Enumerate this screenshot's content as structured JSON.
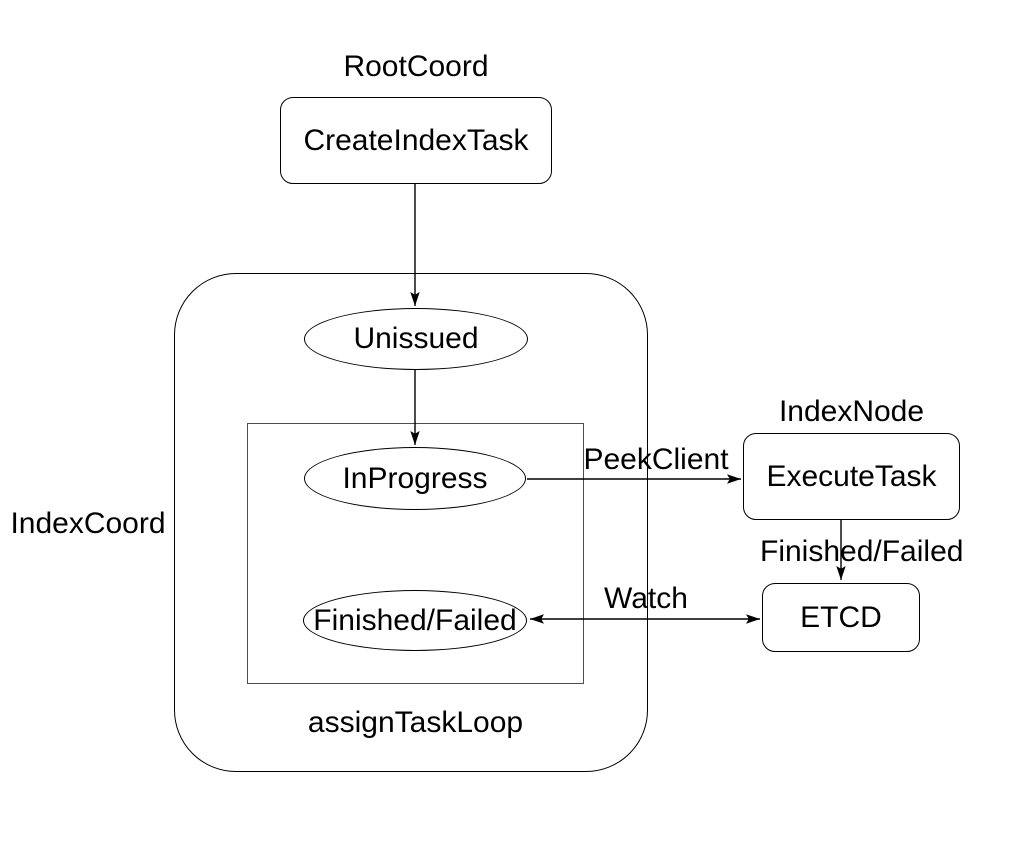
{
  "canvas": {
    "background": "#ffffff",
    "stroke_color": "#000000",
    "text_color": "#000000"
  },
  "groups": {
    "root_coord": {
      "label": "RootCoord"
    },
    "index_coord": {
      "label": "IndexCoord"
    },
    "index_node": {
      "label": "IndexNode"
    },
    "assign_task_loop": {
      "label": "assignTaskLoop"
    }
  },
  "nodes": {
    "create_index_task": {
      "label": "CreateIndexTask",
      "shape": "rounded-rect"
    },
    "unissued": {
      "label": "Unissued",
      "shape": "ellipse"
    },
    "in_progress": {
      "label": "InProgress",
      "shape": "ellipse"
    },
    "finished_failed_state": {
      "label": "Finished/Failed",
      "shape": "ellipse"
    },
    "execute_task": {
      "label": "ExecuteTask",
      "shape": "rounded-rect"
    },
    "etcd": {
      "label": "ETCD",
      "shape": "rounded-rect"
    }
  },
  "edges": {
    "create_to_unissued": {
      "label": "",
      "from": "CreateIndexTask",
      "to": "Unissued"
    },
    "unissued_to_inprogress": {
      "label": "",
      "from": "Unissued",
      "to": "InProgress"
    },
    "peek_client": {
      "label": "PeekClient",
      "from": "InProgress",
      "to": "ExecuteTask"
    },
    "finished_failed": {
      "label": "Finished/Failed",
      "from": "ExecuteTask",
      "to": "ETCD"
    },
    "watch": {
      "label": "Watch",
      "from": "ETCD",
      "to": "Finished/Failed",
      "bidirectional": true
    }
  }
}
